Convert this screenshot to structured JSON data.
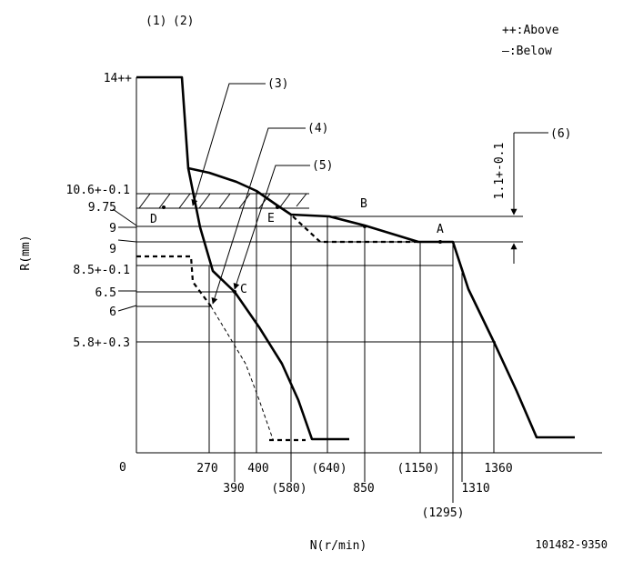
{
  "header": {
    "ref1": "(1)",
    "ref2": "(2)"
  },
  "legend": {
    "above": "++:Above",
    "below": "—:Below"
  },
  "axes": {
    "y_title": "R(mm)",
    "x_title": "N(r/min)",
    "origin": "0"
  },
  "y_ticks": [
    "14++",
    "10.6+-0.1",
    "9.75",
    "9",
    "9",
    "8.5+-0.1",
    "6.5",
    "6",
    "5.8+-0.3"
  ],
  "x_ticks": [
    "270",
    "390",
    "400",
    "(580)",
    "(640)",
    "850",
    "(1150)",
    "(1295)",
    "1310",
    "1360"
  ],
  "callouts": [
    "(3)",
    "(4)",
    "(5)",
    "(6)"
  ],
  "points": [
    "A",
    "B",
    "C",
    "D",
    "E"
  ],
  "dimension": "1.1+-0.1",
  "drawing_number": "101482-9350"
}
